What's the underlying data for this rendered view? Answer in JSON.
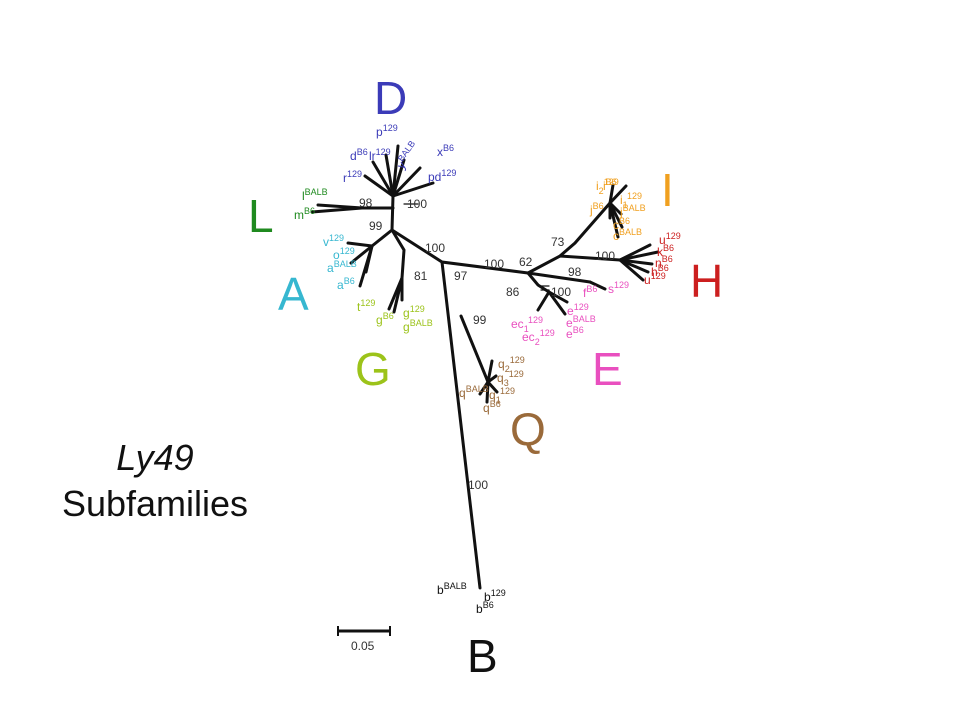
{
  "title": {
    "line1": "Ly49",
    "line2": "Subfamilies"
  },
  "scale_bar": {
    "label": "0.05"
  },
  "subfamilies": [
    {
      "id": "D",
      "label": "D",
      "color": "#3b3bb8"
    },
    {
      "id": "L",
      "label": "L",
      "color": "#1f8a1f"
    },
    {
      "id": "A",
      "label": "A",
      "color": "#36b7d0"
    },
    {
      "id": "G",
      "label": "G",
      "color": "#9cc31a"
    },
    {
      "id": "Q",
      "label": "Q",
      "color": "#9a6a3a"
    },
    {
      "id": "B",
      "label": "B",
      "color": "#111111"
    },
    {
      "id": "E",
      "label": "E",
      "color": "#e94fbf"
    },
    {
      "id": "H",
      "label": "H",
      "color": "#cc1f1f"
    },
    {
      "id": "I",
      "label": "I",
      "color": "#f0a020"
    }
  ],
  "taxa": [
    {
      "base": "p",
      "sup": "129",
      "family": "D"
    },
    {
      "base": "d",
      "sup": "B6",
      "family": "D"
    },
    {
      "base": "lr",
      "sup": "129",
      "family": "D"
    },
    {
      "base": "y",
      "sup": "BALB",
      "family": "D"
    },
    {
      "base": "x",
      "sup": "B6",
      "family": "D"
    },
    {
      "base": "r",
      "sup": "129",
      "family": "D"
    },
    {
      "base": "pd",
      "sup": "129",
      "family": "D"
    },
    {
      "base": "l",
      "sup": "BALB",
      "family": "L"
    },
    {
      "base": "m",
      "sup": "B6",
      "family": "L"
    },
    {
      "base": "v",
      "sup": "129",
      "family": "A"
    },
    {
      "base": "o",
      "sup": "129",
      "family": "A"
    },
    {
      "base": "a",
      "sup": "BALB",
      "family": "A"
    },
    {
      "base": "a",
      "sup": "B6",
      "family": "A"
    },
    {
      "base": "t",
      "sup": "129",
      "family": "G"
    },
    {
      "base": "g",
      "sup": "B6",
      "family": "G"
    },
    {
      "base": "g",
      "sup": "129",
      "family": "G"
    },
    {
      "base": "g",
      "sup": "BALB",
      "family": "G"
    },
    {
      "base": "q2",
      "sup": "129",
      "family": "Q"
    },
    {
      "base": "q3",
      "sup": "129",
      "family": "Q"
    },
    {
      "base": "q",
      "sup": "BALB",
      "family": "Q"
    },
    {
      "base": "q1",
      "sup": "129",
      "family": "Q"
    },
    {
      "base": "q",
      "sup": "B6",
      "family": "Q"
    },
    {
      "base": "b",
      "sup": "BALB",
      "family": "B"
    },
    {
      "base": "b",
      "sup": "129",
      "family": "B"
    },
    {
      "base": "b",
      "sup": "B6",
      "family": "B"
    },
    {
      "base": "ec1",
      "sup": "129",
      "family": "E"
    },
    {
      "base": "ec2",
      "sup": "129",
      "family": "E"
    },
    {
      "base": "e",
      "sup": "129",
      "family": "E"
    },
    {
      "base": "e",
      "sup": "BALB",
      "family": "E"
    },
    {
      "base": "e",
      "sup": "B6",
      "family": "E"
    },
    {
      "base": "f",
      "sup": "B6",
      "family": "E"
    },
    {
      "base": "s",
      "sup": "129",
      "family": "E"
    },
    {
      "base": "u",
      "sup": "129",
      "family": "H"
    },
    {
      "base": "k",
      "sup": "B6",
      "family": "H"
    },
    {
      "base": "n",
      "sup": "B6",
      "family": "H"
    },
    {
      "base": "h",
      "sup": "B6",
      "family": "H"
    },
    {
      "base": "u",
      "sup": "129",
      "family": "H"
    },
    {
      "base": "i2",
      "sup": "129",
      "family": "I"
    },
    {
      "base": "j",
      "sup": "B6",
      "family": "I"
    },
    {
      "base": "i1",
      "sup": "129",
      "family": "I"
    },
    {
      "base": "i",
      "sup": "B6",
      "family": "I"
    },
    {
      "base": "j",
      "sup": "BALB",
      "family": "I"
    },
    {
      "base": "c",
      "sup": "B6",
      "family": "I"
    },
    {
      "base": "c",
      "sup": "BALB",
      "family": "I"
    }
  ],
  "bootstrap": [
    "98",
    "100",
    "99",
    "100",
    "81",
    "97",
    "99",
    "100",
    "100",
    "62",
    "73",
    "98",
    "86",
    "100",
    "100"
  ]
}
